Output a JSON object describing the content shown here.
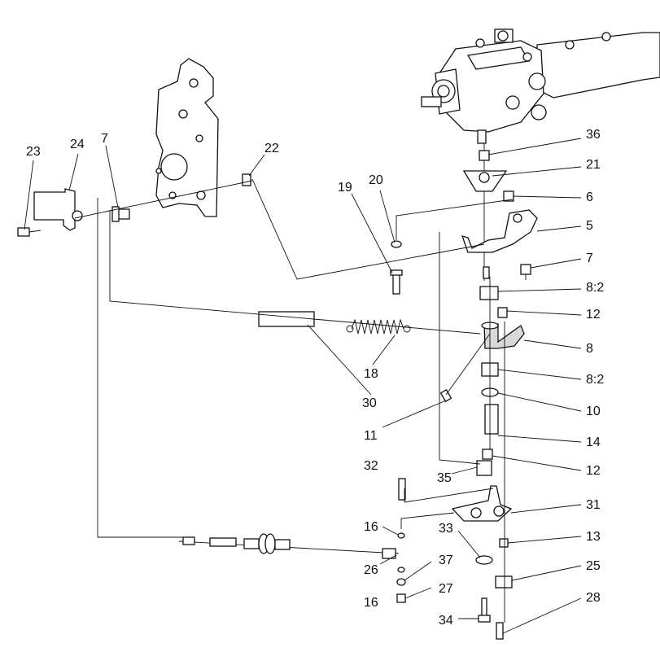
{
  "diagram": {
    "type": "exploded-parts-view",
    "colors": {
      "ink": "#111111",
      "paper": "#ffffff",
      "shade": "#d9d9d9"
    },
    "callouts": [
      {
        "id": "c23",
        "text": "23"
      },
      {
        "id": "c24",
        "text": "24"
      },
      {
        "id": "c7a",
        "text": "7"
      },
      {
        "id": "c22",
        "text": "22"
      },
      {
        "id": "c20",
        "text": "20"
      },
      {
        "id": "c19",
        "text": "19"
      },
      {
        "id": "c36",
        "text": "36"
      },
      {
        "id": "c21",
        "text": "21"
      },
      {
        "id": "c6",
        "text": "6"
      },
      {
        "id": "c5",
        "text": "5"
      },
      {
        "id": "c7b",
        "text": "7"
      },
      {
        "id": "c8_2a",
        "text": "8:2"
      },
      {
        "id": "c12a",
        "text": "12"
      },
      {
        "id": "c8",
        "text": "8"
      },
      {
        "id": "c18",
        "text": "18"
      },
      {
        "id": "c30",
        "text": "30"
      },
      {
        "id": "c8_2b",
        "text": "8:2"
      },
      {
        "id": "c10",
        "text": "10"
      },
      {
        "id": "c11",
        "text": "11"
      },
      {
        "id": "c14",
        "text": "14"
      },
      {
        "id": "c32",
        "text": "32"
      },
      {
        "id": "c35",
        "text": "35"
      },
      {
        "id": "c12b",
        "text": "12"
      },
      {
        "id": "c31",
        "text": "31"
      },
      {
        "id": "c16a",
        "text": "16"
      },
      {
        "id": "c33",
        "text": "33"
      },
      {
        "id": "c13",
        "text": "13"
      },
      {
        "id": "c37",
        "text": "37"
      },
      {
        "id": "c26",
        "text": "26"
      },
      {
        "id": "c25",
        "text": "25"
      },
      {
        "id": "c16b",
        "text": "16"
      },
      {
        "id": "c27",
        "text": "27"
      },
      {
        "id": "c28",
        "text": "28"
      },
      {
        "id": "c34",
        "text": "34"
      }
    ]
  }
}
